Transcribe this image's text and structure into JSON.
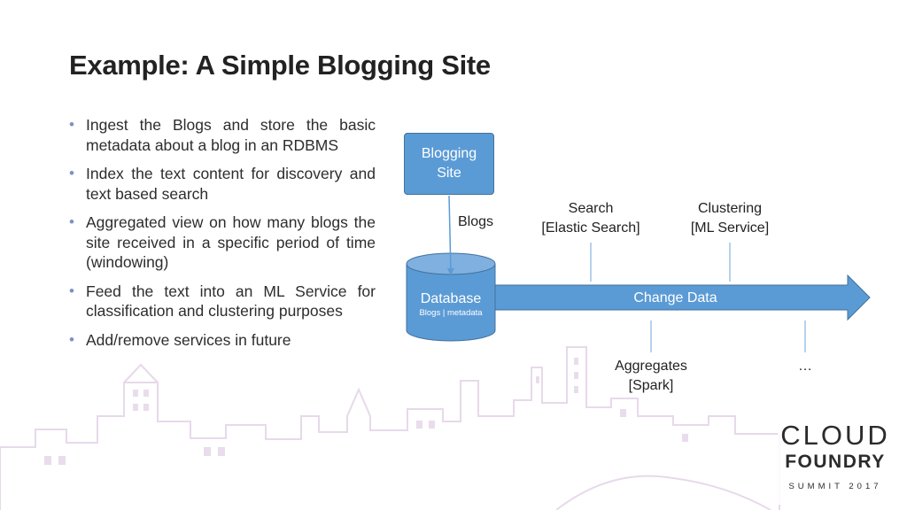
{
  "slide": {
    "title": "Example: A Simple Blogging Site",
    "bullets": [
      "Ingest the Blogs and store the basic metadata about a blog in an RDBMS",
      "Index the text content for discovery and text based search",
      "Aggregated view on how many blogs the site received in a specific period of time (windowing)",
      "Feed the text into an ML Service for classification and clustering purposes",
      "Add/remove services in future"
    ]
  },
  "diagram": {
    "source_box": {
      "line1": "Blogging",
      "line2": "Site"
    },
    "edge_label": "Blogs",
    "database": {
      "title": "Database",
      "subtitle": "Blogs | metadata"
    },
    "stream_label": "Change Data",
    "consumers_top": [
      {
        "line1": "Search",
        "line2": "[Elastic Search]"
      },
      {
        "line1": "Clustering",
        "line2": "[ML Service]"
      }
    ],
    "consumers_bottom": [
      {
        "line1": "Aggregates",
        "line2": "[Spark]"
      },
      {
        "line1": "…",
        "line2": ""
      }
    ]
  },
  "logo": {
    "line1": "CLOUD",
    "line2": "FOUNDRY",
    "line3": "SUMMIT 2017"
  },
  "colors": {
    "shape_fill": "#5b9bd5",
    "shape_stroke": "#41719c",
    "bullet": "#7a93c8",
    "skyline": "#e7d9ea"
  }
}
